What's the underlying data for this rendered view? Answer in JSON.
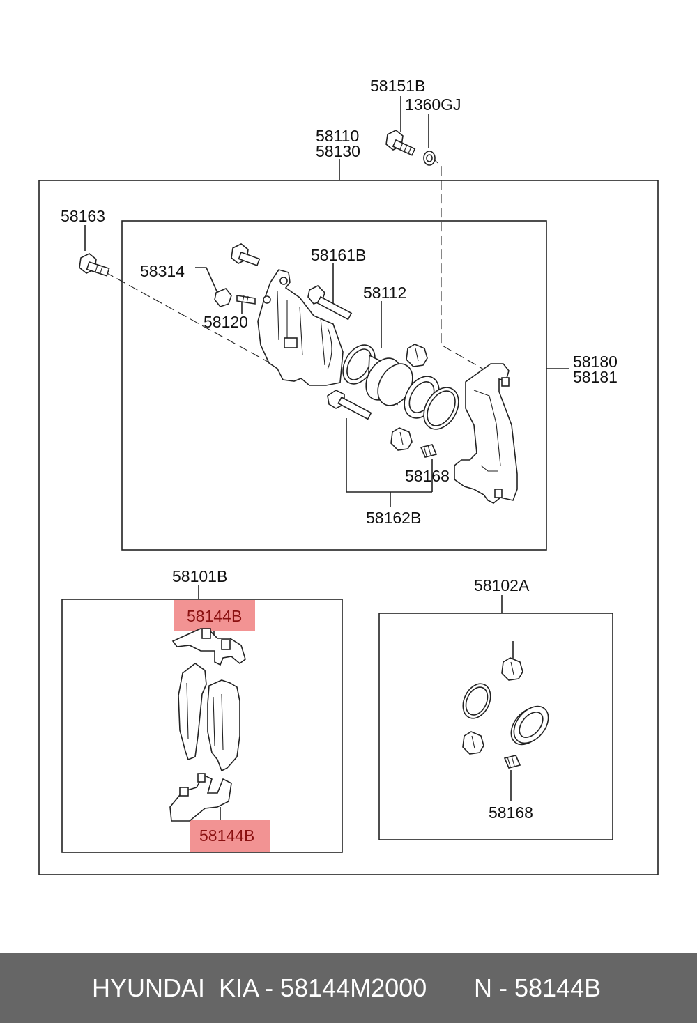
{
  "colors": {
    "highlight": "#f08080",
    "footer_bg": "#666666",
    "footer_text": "#ffffff"
  },
  "labels": {
    "p58151B": "58151B",
    "p1360GJ": "1360GJ",
    "p58110": "58110",
    "p58130": "58130",
    "p58163": "58163",
    "p58161B": "58161B",
    "p58314": "58314",
    "p58112": "58112",
    "p58120": "58120",
    "p58180": "58180",
    "p58181": "58181",
    "p58168_top": "58168",
    "p58162B": "58162B",
    "p58101B": "58101B",
    "p58102A": "58102A",
    "p58144B_top": "58144B",
    "p58144B_bottom": "58144B",
    "p58168_kit": "58168"
  },
  "footer": {
    "brand": "HYUNDAI  KIA - 58144M2000",
    "number": "N - 58144B"
  }
}
